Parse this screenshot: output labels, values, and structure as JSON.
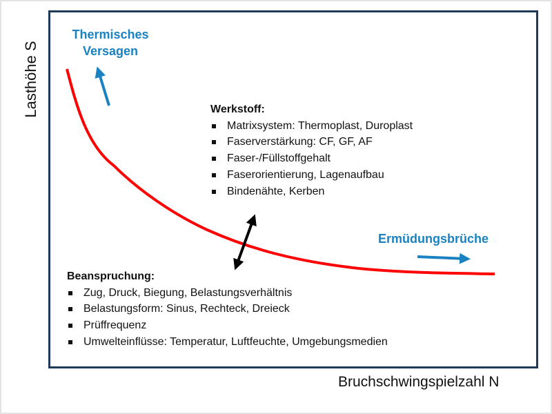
{
  "axes": {
    "y_label": "Lasthöhe S",
    "x_label": "Bruchschwingspielzahl N"
  },
  "annotations": {
    "thermal": "Thermisches Versagen",
    "fatigue": "Ermüdungsbrüche"
  },
  "werkstoff": {
    "title": "Werkstoff:",
    "items": [
      "Matrixsystem: Thermoplast, Duroplast",
      "Faserverstärkung: CF, GF, AF",
      "Faser-/Füllstoffgehalt",
      "Faserorientierung, Lagenaufbau",
      "Bindenähte, Kerben"
    ]
  },
  "beanspruchung": {
    "title": "Beanspruchung:",
    "items": [
      "Zug, Druck, Biegung, Belastungsverhältnis",
      "Belastungsform: Sinus, Rechteck, Dreieck",
      "Prüffrequenz",
      "Umwelteinflüsse: Temperatur, Luftfeuchte, Umgebungsmedien"
    ]
  },
  "colors": {
    "curve": "#ff0000",
    "annotation": "#1a82c0",
    "frame": "#1e3a58",
    "double_arrow": "#000000"
  }
}
